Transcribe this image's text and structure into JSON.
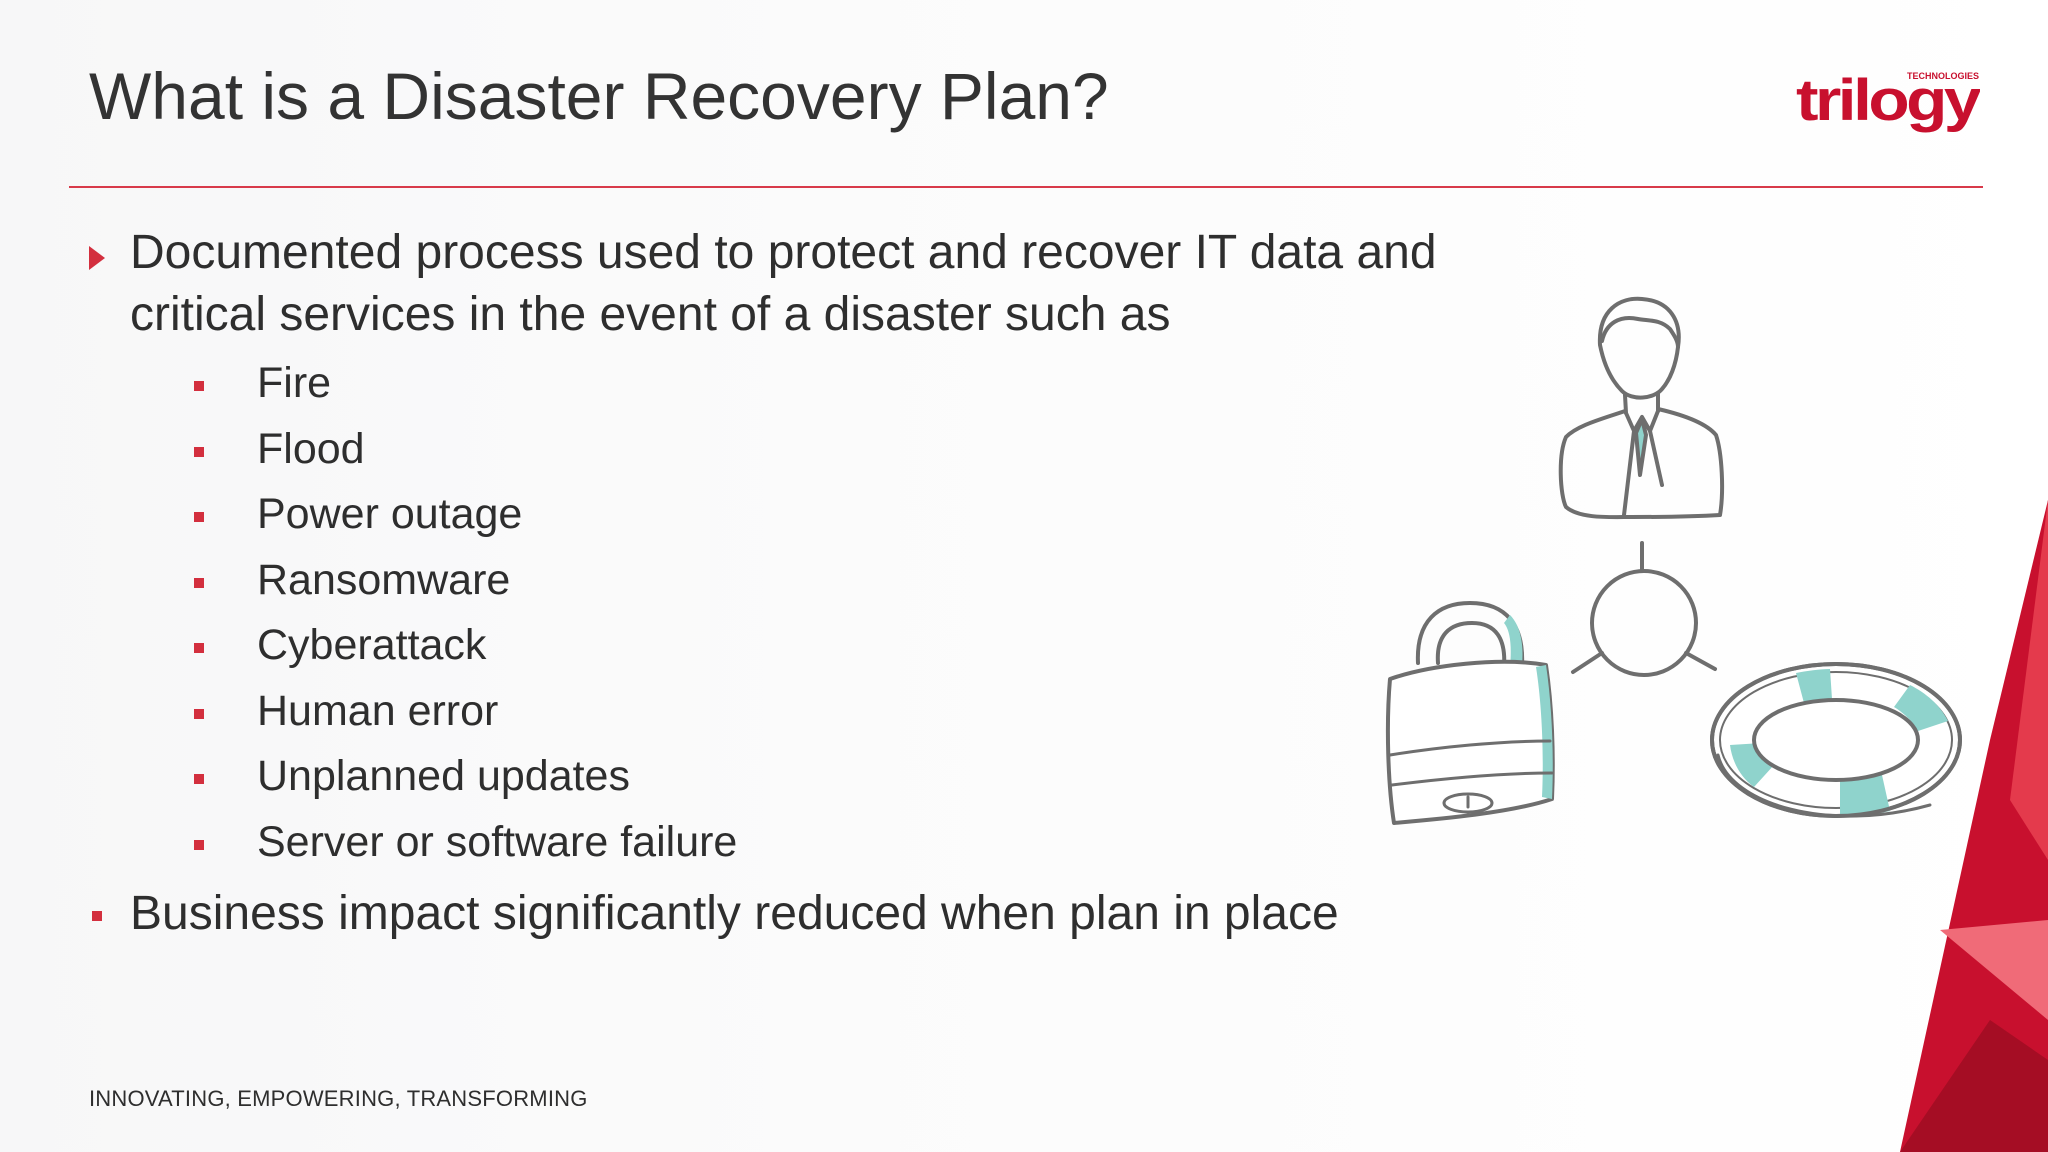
{
  "slide": {
    "title": "What is a Disaster Recovery Plan?",
    "logo": {
      "wordmark": "trilogy",
      "tagline": "TECHNOLOGIES"
    },
    "bullets": [
      {
        "text": "Documented process used to protect and recover IT data and critical services in the event of a disaster such as",
        "marker": "triangle-bullet-icon",
        "sub_items": [
          "Fire",
          "Flood",
          "Power outage",
          "Ransomware",
          "Cyberattack",
          "Human error",
          "Unplanned updates",
          "Server or software failure"
        ]
      },
      {
        "text": "Business impact significantly reduced when plan in place",
        "marker": "square-bullet-icon"
      }
    ],
    "footer_tagline": "INNOVATING, EMPOWERING, TRANSFORMING",
    "illustration_icons": [
      "businessman-icon",
      "hub-connector-icon",
      "padlock-icon",
      "lifebuoy-icon"
    ],
    "colors": {
      "accent": "#d32f3e",
      "text": "#2e2e2e",
      "teal": "#8fd3cc",
      "outline": "#6e6e6e"
    }
  }
}
